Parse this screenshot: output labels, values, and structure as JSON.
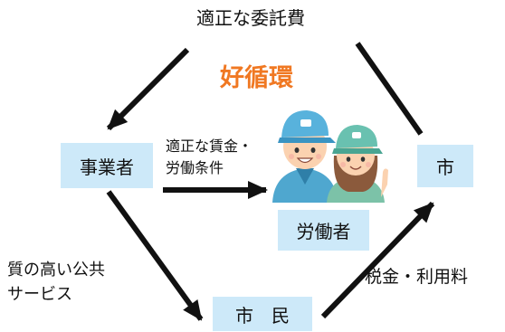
{
  "title": "好循環",
  "colors": {
    "title": "#f07822",
    "box": "#cde9f9",
    "arrow": "#111111"
  },
  "nodes": {
    "business": "事業者",
    "city": "市",
    "workers": "労働者",
    "citizens": "市　民"
  },
  "flows": {
    "city_to_business": "適正な委託費",
    "business_to_workers": [
      "適正な賃金・",
      "労働条件"
    ],
    "business_to_citizens": [
      "質の高い公共",
      "サービス"
    ],
    "citizens_to_city": "税金・利用料"
  },
  "illustration": "two-workers-in-caps"
}
